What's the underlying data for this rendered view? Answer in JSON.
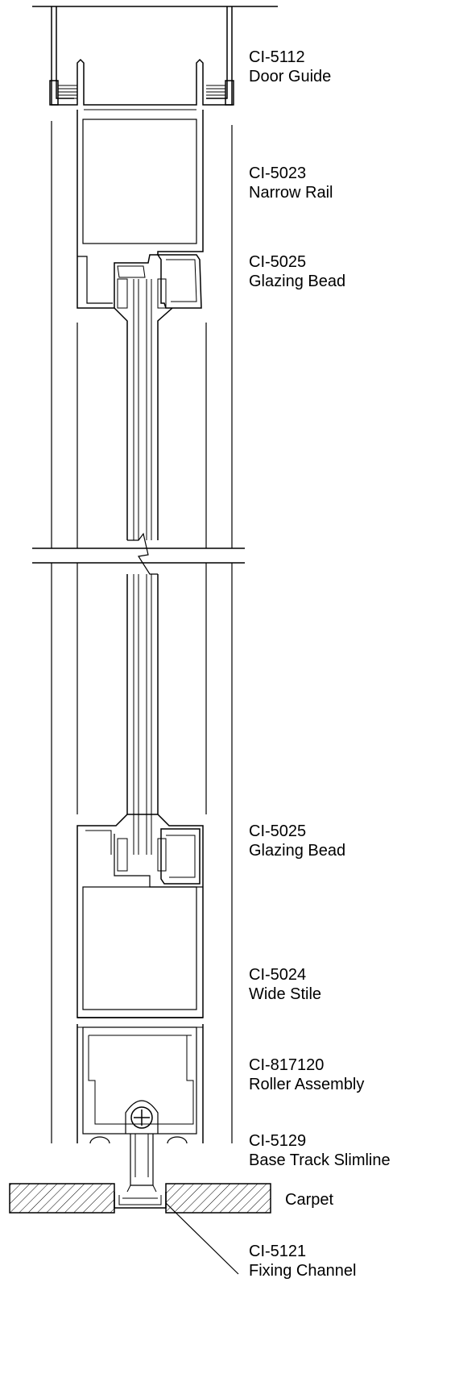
{
  "callouts": [
    {
      "code": "CI-5112",
      "name": "Door Guide"
    },
    {
      "code": "CI-5023",
      "name": "Narrow Rail"
    },
    {
      "code": "CI-5025",
      "name": "Glazing Bead"
    },
    {
      "code": "CI-5025",
      "name": "Glazing Bead"
    },
    {
      "code": "CI-5024",
      "name": "Wide Stile"
    },
    {
      "code": "CI-817120",
      "name": "Roller Assembly"
    },
    {
      "code": "CI-5129",
      "name": "Base Track Slimline"
    },
    {
      "code": "CI-5121",
      "name": "Fixing Channel"
    }
  ],
  "floor_label": "Carpet",
  "colors": {
    "line": "#000000",
    "background": "#ffffff"
  },
  "icons": [
    "break-line-symbol",
    "carpet-hatch-pattern",
    "screw-head-icon",
    "roller-wheel-icon"
  ]
}
